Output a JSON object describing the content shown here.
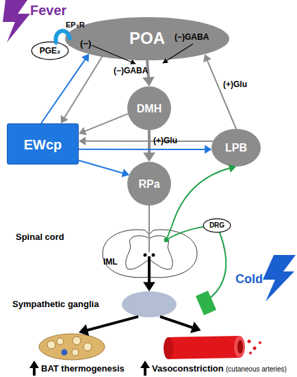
{
  "diagram": {
    "nodes": [
      {
        "text": [
          "POA",
          "(−)",
          "(−)GABA"
        ]
      },
      {
        "text": [
          "PGE₂"
        ]
      },
      {
        "text": [
          "DMH"
        ]
      },
      {
        "text": [
          "EWcp"
        ]
      },
      {
        "text": [
          "LPB"
        ]
      },
      {
        "text": [
          "RPa"
        ]
      },
      {
        "text": [
          "DRG"
        ]
      },
      {
        "text": [
          "Spinal cord",
          "IML"
        ]
      },
      {
        "text": [
          "Sympathetic ganglia"
        ]
      },
      {
        "text": [
          "BAT thermogenesis"
        ]
      },
      {
        "text": [
          "Vasoconstriction",
          "(cutaneous arteries)"
        ]
      }
    ],
    "edges": [
      {
        "from": 0,
        "to": 2,
        "arrow": "to",
        "label": "(−)GABA"
      },
      {
        "from": 2,
        "to": 5,
        "arrow": "to",
        "label": "(+)Glu"
      },
      {
        "from": 4,
        "to": 0,
        "arrow": "to",
        "label": "(+)Glu"
      },
      {
        "from": 3,
        "to": 0,
        "arrow": "to"
      },
      {
        "from": 0,
        "to": 3,
        "arrow": "to"
      },
      {
        "from": 2,
        "to": 3,
        "arrow": "to"
      },
      {
        "from": 3,
        "to": 5,
        "arrow": "to"
      },
      {
        "from": 3,
        "to": 4,
        "arrow": "to"
      },
      {
        "from": 4,
        "to": 3,
        "arrow": "to"
      },
      {
        "from": 5,
        "to": 7,
        "arrow": "none"
      },
      {
        "from": 7,
        "to": 8,
        "arrow": "to"
      },
      {
        "from": 8,
        "to": 9,
        "arrow": "to"
      },
      {
        "from": 8,
        "to": 10,
        "arrow": "to"
      },
      {
        "from": 7,
        "to": 4,
        "arrow": "to"
      }
    ],
    "labels": [
      "Fever",
      "EP₃R",
      "Cold"
    ]
  }
}
